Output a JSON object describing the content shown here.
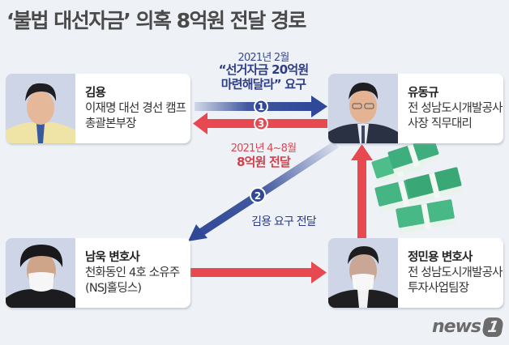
{
  "title": "‘불법 대선자금’ 의혹 8억원 전달 경로",
  "people": {
    "kim": {
      "name": "김용",
      "role_line1": "이재명 대선 경선 캠프",
      "role_line2": "총괄본부장"
    },
    "yoo": {
      "name": "유동규",
      "role_line1": "전 성남도시개발공사",
      "role_line2": "사장 직무대리"
    },
    "nam": {
      "name": "남욱 변호사",
      "role_line1": "천화동인 4호 소유주",
      "role_line2": "(NSJ홀딩스)"
    },
    "jung": {
      "name": "정민용 변호사",
      "role_line1": "전 성남도시개발공사",
      "role_line2": "투자사업팀장"
    }
  },
  "flows": {
    "step1": {
      "number": "1",
      "date": "2021년 2월",
      "text_line1": "“선거자금 20억원",
      "text_line2": "마련해달라” 요구",
      "from": "kim",
      "to": "yoo"
    },
    "step2": {
      "number": "2",
      "text": "김용 요구 전달",
      "from": "yoo",
      "to": "nam"
    },
    "step3": {
      "number": "3",
      "date": "2021년 4~8월",
      "text": "8억원 전달",
      "from": "yoo",
      "to": "kim"
    },
    "nam_to_jung": {
      "from": "nam",
      "to": "jung"
    },
    "jung_to_yoo": {
      "from": "jung",
      "to": "yoo"
    }
  },
  "colors": {
    "background": "#eef1f5",
    "blue_arrow": "#2f4897",
    "red_arrow": "#e8484f",
    "money_green": "#3fae7f"
  },
  "icons": [
    "money-stack-icon"
  ],
  "logo": {
    "text": "news",
    "mark": "1"
  }
}
